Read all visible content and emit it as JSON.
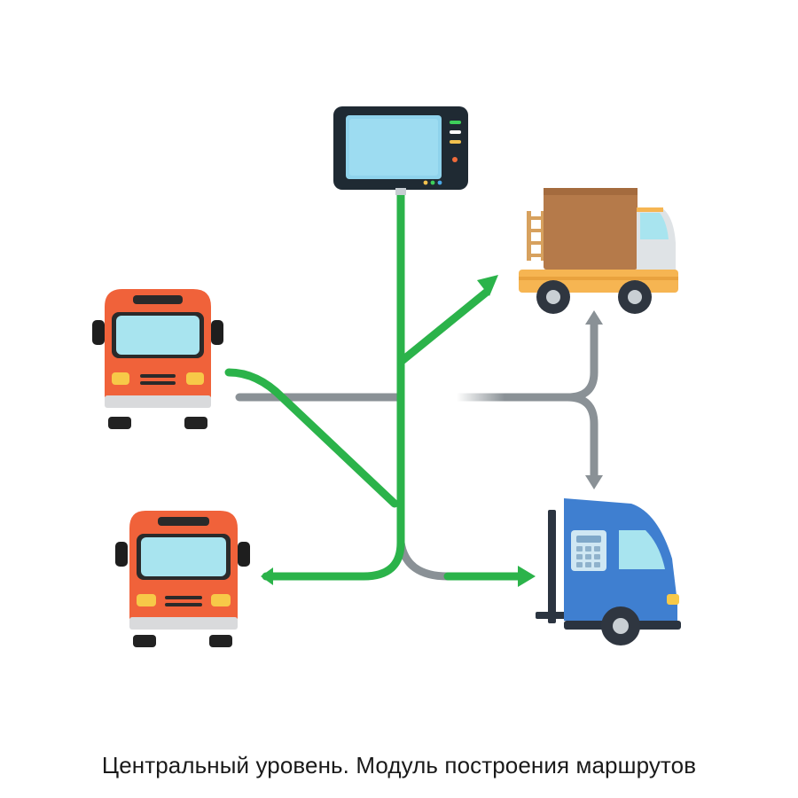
{
  "caption": "Центральный уровень. Модуль построения маршрутов",
  "colors": {
    "route_green": "#2bb34a",
    "route_gray": "#8a9196",
    "bus_body": "#f0623a",
    "window_blue": "#a8e4ef",
    "terminal_frame": "#1f2a33",
    "terminal_screen": "#8fd3ec",
    "cargo_box": "#b57a4a",
    "cargo_chassis": "#f6b552",
    "blue_truck": "#3f7fd0"
  },
  "nodes": [
    {
      "id": "terminal",
      "icon": "terminal-icon"
    },
    {
      "id": "bus-top",
      "icon": "bus-icon"
    },
    {
      "id": "bus-bottom",
      "icon": "bus-icon"
    },
    {
      "id": "cargo-truck",
      "icon": "cargo-truck-icon"
    },
    {
      "id": "blue-truck",
      "icon": "delivery-truck-icon"
    }
  ]
}
